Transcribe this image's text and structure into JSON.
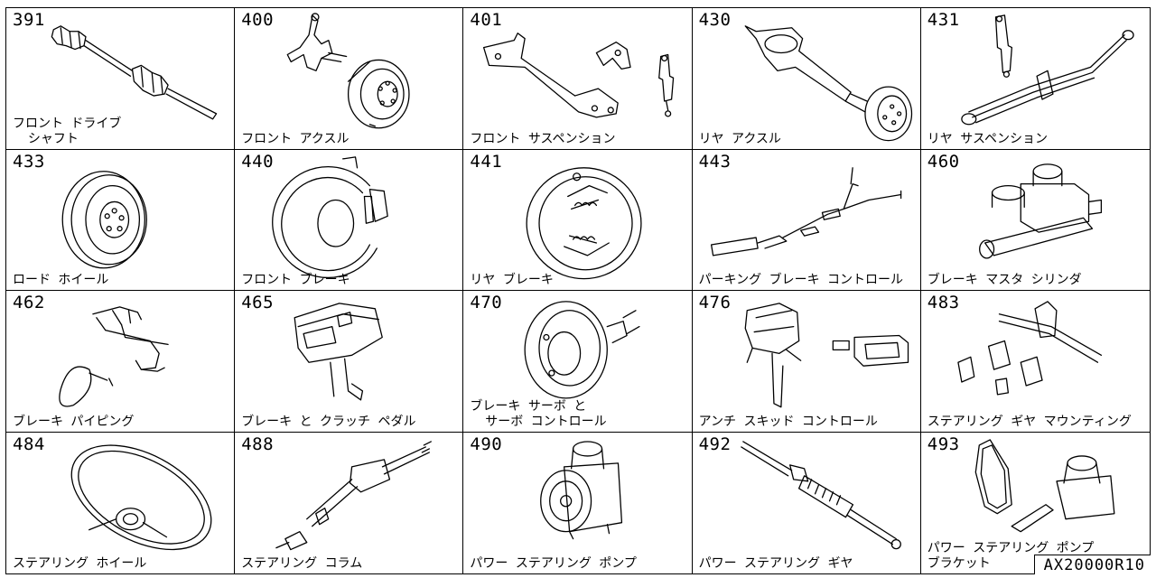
{
  "sections": [
    {
      "code": "391",
      "label": "フロント ドライブ\n  シャフト"
    },
    {
      "code": "400",
      "label": "フロント アクスル"
    },
    {
      "code": "401",
      "label": "フロント サスペンション"
    },
    {
      "code": "430",
      "label": "リヤ アクスル"
    },
    {
      "code": "431",
      "label": "リヤ サスペンション"
    },
    {
      "code": "433",
      "label": "ロード ホイール"
    },
    {
      "code": "440",
      "label": "フロント ブレーキ"
    },
    {
      "code": "441",
      "label": "リヤ ブレーキ"
    },
    {
      "code": "443",
      "label": "パーキング ブレーキ コントロール"
    },
    {
      "code": "460",
      "label": "ブレーキ マスタ シリンダ"
    },
    {
      "code": "462",
      "label": "ブレーキ パイピング"
    },
    {
      "code": "465",
      "label": "ブレーキ と クラッチ ペダル"
    },
    {
      "code": "470",
      "label": "ブレーキ サーボ と\n  サーボ コントロール"
    },
    {
      "code": "476",
      "label": "アンチ スキッド コントロール"
    },
    {
      "code": "483",
      "label": "ステアリング ギヤ マウンティング"
    },
    {
      "code": "484",
      "label": "ステアリング ホイール"
    },
    {
      "code": "488",
      "label": "ステアリング コラム"
    },
    {
      "code": "490",
      "label": "パワー ステアリング ポンプ"
    },
    {
      "code": "492",
      "label": "パワー ステアリング ギヤ"
    },
    {
      "code": "493",
      "label": "パワー ステアリング ポンプ\nブラケット"
    }
  ],
  "reference": "AX20000R10"
}
